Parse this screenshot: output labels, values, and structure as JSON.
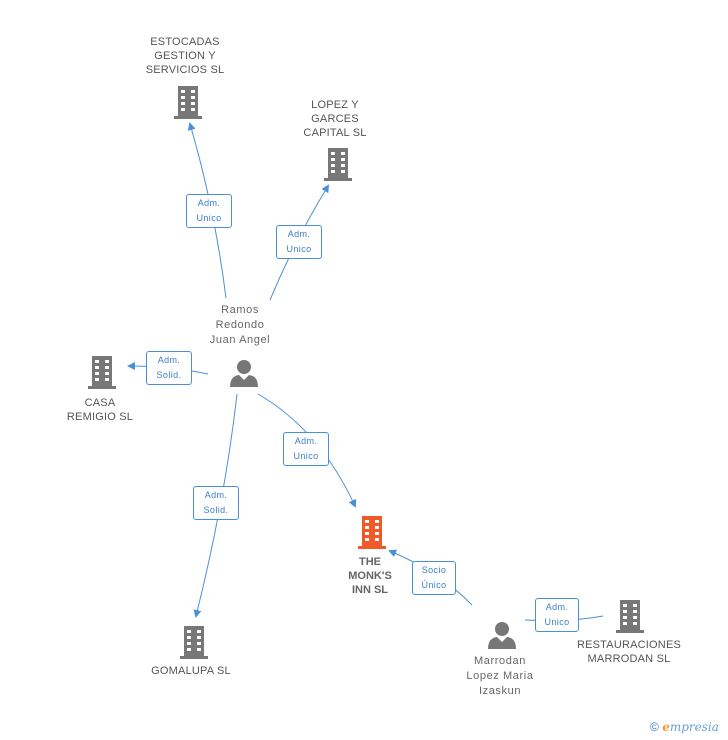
{
  "colors": {
    "edge": "#4a90d9",
    "company": "#777777",
    "main_company": "#f05a28",
    "person": "#777777"
  },
  "companies": {
    "estocadas": "ESTOCADAS\nGESTION Y\nSERVICIOS SL",
    "lopez_garces": "LOPEZ Y\nGARCES\nCAPITAL SL",
    "casa_remigio": "CASA\nREMIGIO SL",
    "gomalupa": "GOMALUPA SL",
    "monks_inn": "THE\nMONK'S\nINN SL",
    "restauraciones": "RESTAURACIONES\nMARRODAN SL"
  },
  "persons": {
    "ramos": "Ramos\nRedondo\nJuan Angel",
    "marrodan": "Marrodan\nLopez Maria\nIzaskun"
  },
  "relations": {
    "r1": "Adm.\nUnico",
    "r2": "Adm.\nUnico",
    "r3": "Adm.\nSolid.",
    "r4": "Adm.\nUnico",
    "r5": "Adm.\nSolid.",
    "r6": "Socio\nÚnico",
    "r7": "Adm.\nUnico"
  },
  "footer": {
    "copyright": "©",
    "brand_e": "e",
    "brand_rest": "mpresia"
  }
}
